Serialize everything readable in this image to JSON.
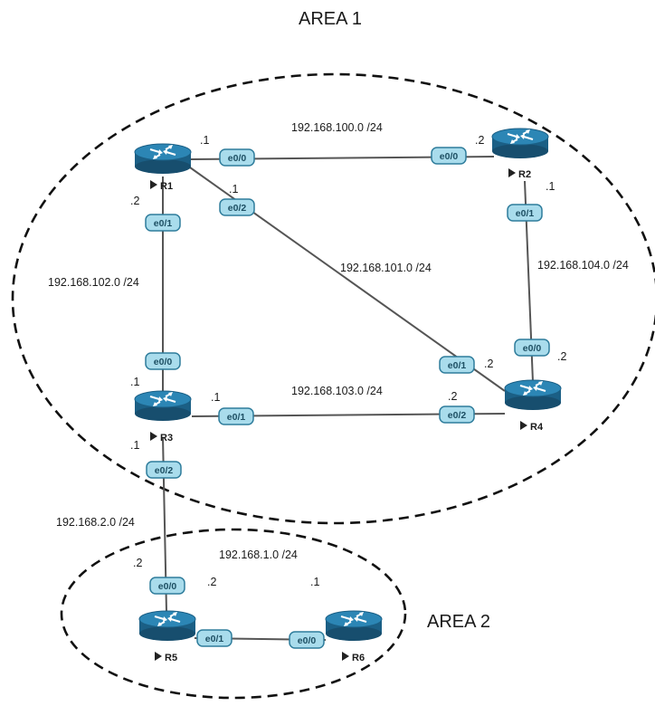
{
  "areas": [
    {
      "id": "area1",
      "label": "AREA 1"
    },
    {
      "id": "area2",
      "label": "AREA 2"
    }
  ],
  "routers": [
    {
      "id": "r1",
      "name": "R1"
    },
    {
      "id": "r2",
      "name": "R2"
    },
    {
      "id": "r3",
      "name": "R3"
    },
    {
      "id": "r4",
      "name": "R4"
    },
    {
      "id": "r5",
      "name": "R5"
    },
    {
      "id": "r6",
      "name": "R6"
    }
  ],
  "links": [
    {
      "id": "r1-r2",
      "subnet": "192.168.100.0 /24",
      "a": {
        "router": "R1",
        "iface": "e0/0",
        "ip": ".1"
      },
      "b": {
        "router": "R2",
        "iface": "e0/0",
        "ip": ".2"
      }
    },
    {
      "id": "r1-r4",
      "subnet": "192.168.101.0 /24",
      "a": {
        "router": "R1",
        "iface": "e0/2",
        "ip": ".1"
      },
      "b": {
        "router": "R4",
        "iface": "e0/1",
        "ip": ".2"
      }
    },
    {
      "id": "r1-r3",
      "subnet": "192.168.102.0 /24",
      "a": {
        "router": "R1",
        "iface": "e0/1",
        "ip": ".2"
      },
      "b": {
        "router": "R3",
        "iface": "e0/0",
        "ip": ".1"
      }
    },
    {
      "id": "r3-r4",
      "subnet": "192.168.103.0 /24",
      "a": {
        "router": "R3",
        "iface": "e0/1",
        "ip": ".1"
      },
      "b": {
        "router": "R4",
        "iface": "e0/2",
        "ip": ".2"
      }
    },
    {
      "id": "r2-r4",
      "subnet": "192.168.104.0 /24",
      "a": {
        "router": "R2",
        "iface": "e0/1",
        "ip": ".1"
      },
      "b": {
        "router": "R4",
        "iface": "e0/0",
        "ip": ".2"
      }
    },
    {
      "id": "r3-r5",
      "subnet": "192.168.2.0 /24",
      "a": {
        "router": "R3",
        "iface": "e0/2",
        "ip": ".1"
      },
      "b": {
        "router": "R5",
        "iface": "e0/0",
        "ip": ".2"
      }
    },
    {
      "id": "r5-r6",
      "subnet": "192.168.1.0 /24",
      "a": {
        "router": "R5",
        "iface": "e0/1",
        "ip": ".2"
      },
      "b": {
        "router": "R6",
        "iface": "e0/0",
        "ip": ".1"
      }
    }
  ],
  "colors": {
    "router_body": "#1b5f85",
    "router_top": "#2c86b5",
    "iface_fill": "#a9dcec",
    "iface_stroke": "#2f7d9c",
    "link": "#555555",
    "area_border": "#111111"
  }
}
